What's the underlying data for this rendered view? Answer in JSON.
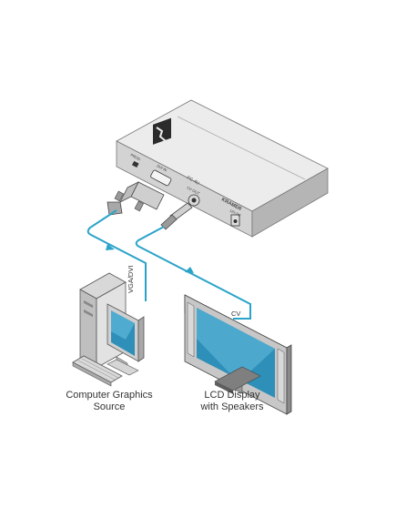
{
  "device": {
    "brand_text": "KRAMER",
    "model_text": "FC-4U",
    "port_labels": {
      "power": "12V DC",
      "input": "DVI IN",
      "output": "CV OUT",
      "usb": "PROG"
    }
  },
  "cables": {
    "input_label": "VGA/DVI",
    "output_label": "CV"
  },
  "captions": {
    "source_line1": "Computer Graphics",
    "source_line2": "Source",
    "display_line1": "LCD Display",
    "display_line2": "with Speakers"
  },
  "colors": {
    "cable": "#2aa3c9",
    "device_top": "#ededed",
    "device_side": "#bdbdbd",
    "device_front": "#d5d5d5",
    "caption_text": "#333333"
  }
}
